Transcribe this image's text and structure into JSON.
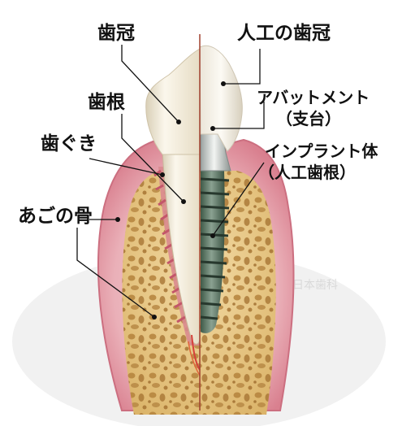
{
  "labels_left": {
    "crown": "歯冠",
    "root": "歯根",
    "gum": "歯ぐき",
    "jawbone": "あごの骨"
  },
  "labels_right": {
    "artificial_crown": "人工の歯冠",
    "abutment": "アバットメント",
    "abutment_sub": "（支台）",
    "implant_body": "インプラント体",
    "implant_sub": "（人工歯根）"
  },
  "watermark": "日本歯科",
  "colors": {
    "gum": "#e5a1ab",
    "gum_edge": "#cc6f80",
    "bone": "#e9c885",
    "bone_pore": "#b4823c",
    "tooth": "#f2ecd9",
    "implant": "#66806d",
    "center_line": "#a0402f",
    "leader": "#111111"
  }
}
